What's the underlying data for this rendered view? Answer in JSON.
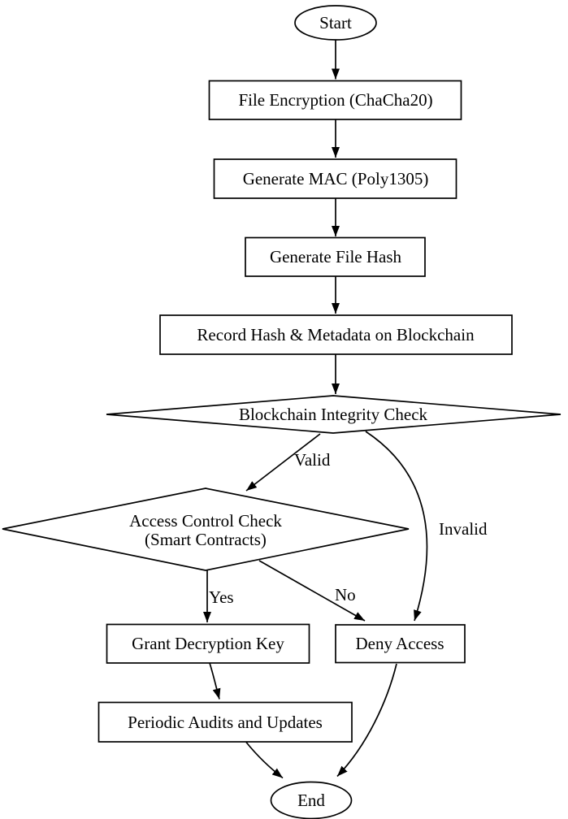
{
  "diagram": {
    "type": "flowchart",
    "colors": {
      "background": "#ffffff",
      "stroke": "#000000",
      "text": "#000000",
      "node_fill": "#ffffff"
    },
    "nodes": {
      "start": {
        "label": "Start",
        "shape": "ellipse"
      },
      "file_encryption": {
        "label": "File Encryption (ChaCha20)",
        "shape": "rect"
      },
      "generate_mac": {
        "label": "Generate MAC (Poly1305)",
        "shape": "rect"
      },
      "generate_file_hash": {
        "label": "Generate File Hash",
        "shape": "rect"
      },
      "record_hash": {
        "label": "Record Hash & Metadata on Blockchain",
        "shape": "rect"
      },
      "blockchain_integrity_check": {
        "label": "Blockchain Integrity Check",
        "shape": "diamond"
      },
      "access_control_check": {
        "lines": [
          "Access Control Check",
          "(Smart Contracts)"
        ],
        "shape": "diamond"
      },
      "grant_decryption_key": {
        "label": "Grant Decryption Key",
        "shape": "rect"
      },
      "deny_access": {
        "label": "Deny Access",
        "shape": "rect"
      },
      "periodic_audits": {
        "label": "Periodic Audits and Updates",
        "shape": "rect"
      },
      "end": {
        "label": "End",
        "shape": "ellipse"
      }
    },
    "edges": [
      {
        "from": "start",
        "to": "file_encryption",
        "label": ""
      },
      {
        "from": "file_encryption",
        "to": "generate_mac",
        "label": ""
      },
      {
        "from": "generate_mac",
        "to": "generate_file_hash",
        "label": ""
      },
      {
        "from": "generate_file_hash",
        "to": "record_hash",
        "label": ""
      },
      {
        "from": "record_hash",
        "to": "blockchain_integrity_check",
        "label": ""
      },
      {
        "from": "blockchain_integrity_check",
        "to": "access_control_check",
        "label": "Valid"
      },
      {
        "from": "blockchain_integrity_check",
        "to": "deny_access",
        "label": "Invalid"
      },
      {
        "from": "access_control_check",
        "to": "grant_decryption_key",
        "label": "Yes"
      },
      {
        "from": "access_control_check",
        "to": "deny_access",
        "label": "No"
      },
      {
        "from": "grant_decryption_key",
        "to": "periodic_audits",
        "label": ""
      },
      {
        "from": "periodic_audits",
        "to": "end",
        "label": ""
      },
      {
        "from": "deny_access",
        "to": "end",
        "label": ""
      }
    ]
  }
}
